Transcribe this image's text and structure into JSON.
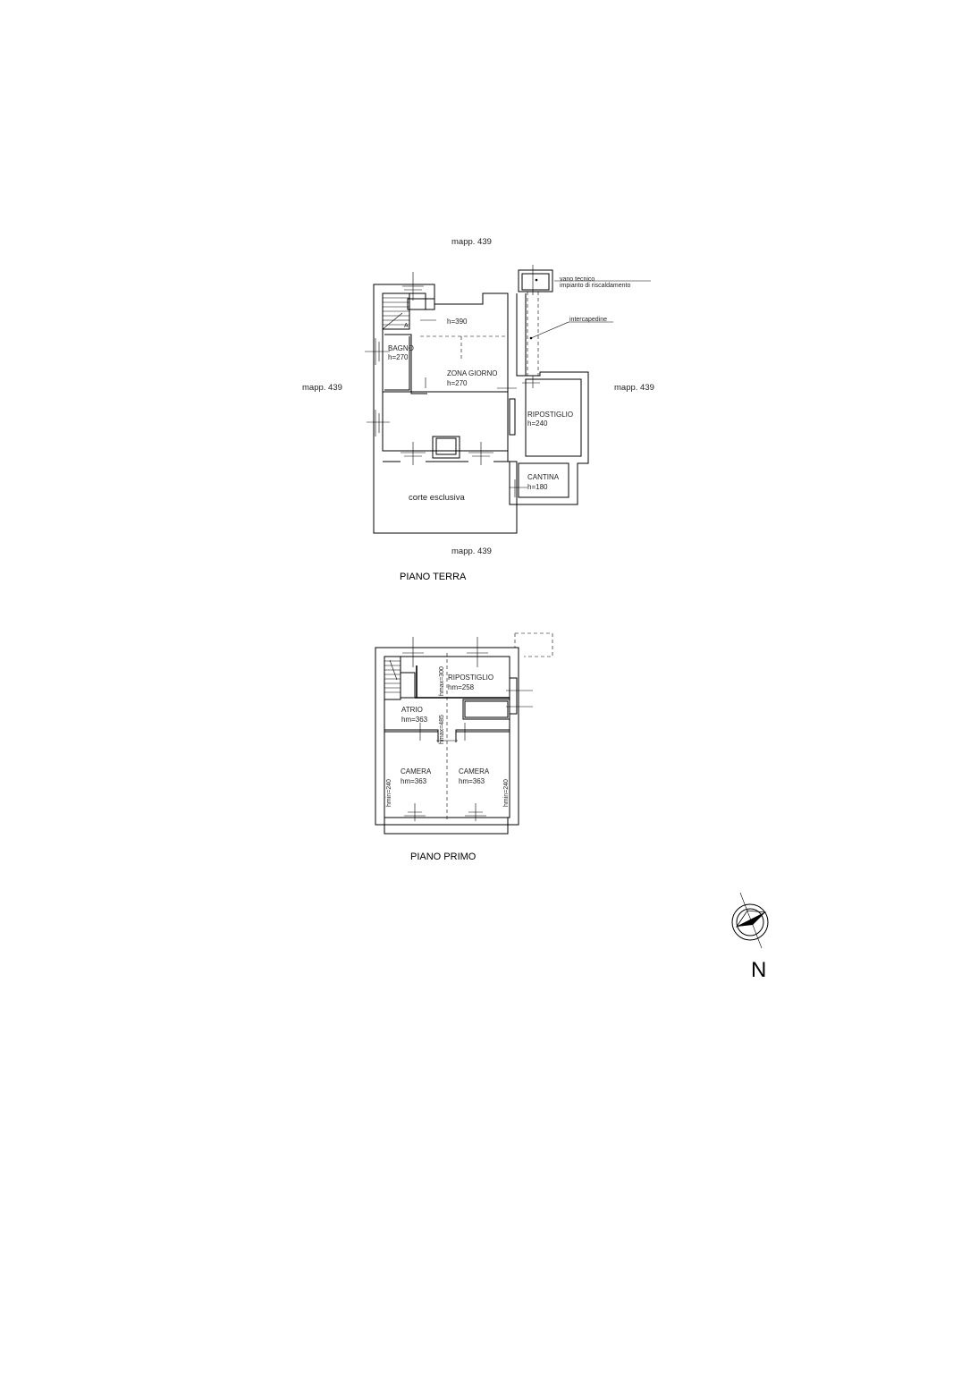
{
  "piano_terra": {
    "title": "PIANO TERRA",
    "mapp_top": "mapp. 439",
    "mapp_left": "mapp. 439",
    "mapp_right": "mapp. 439",
    "mapp_bottom": "mapp. 439",
    "vano_tecnico": "vano tecnico",
    "impianto": "impianto di riscaldamento",
    "intercapedine": "intercapedine",
    "stair_mark": "A",
    "h_390": "h=390",
    "bagno": "BAGNO",
    "bagno_h": "h=270",
    "zona_giorno": "ZONA GIORNO",
    "zona_giorno_h": "h=270",
    "ripostiglio": "RIPOSTIGLIO",
    "ripostiglio_h": "h=240",
    "cantina": "CANTINA",
    "cantina_h": "h=180",
    "corte": "corte esclusiva"
  },
  "piano_primo": {
    "title": "PIANO PRIMO",
    "ripostiglio": "RIPOSTIGLIO",
    "ripostiglio_h": "hm=258",
    "hmax_300": "hmax=300",
    "hmax_485": "hmax=485",
    "atrio": "ATRIO",
    "atrio_h": "hm=363",
    "camera_1": "CAMERA",
    "camera_1_h": "hm=363",
    "camera_2": "CAMERA",
    "camera_2_h": "hm=363",
    "hmin_left": "hmin=240",
    "hmin_right": "hmin=240"
  },
  "north": {
    "label": "N"
  }
}
